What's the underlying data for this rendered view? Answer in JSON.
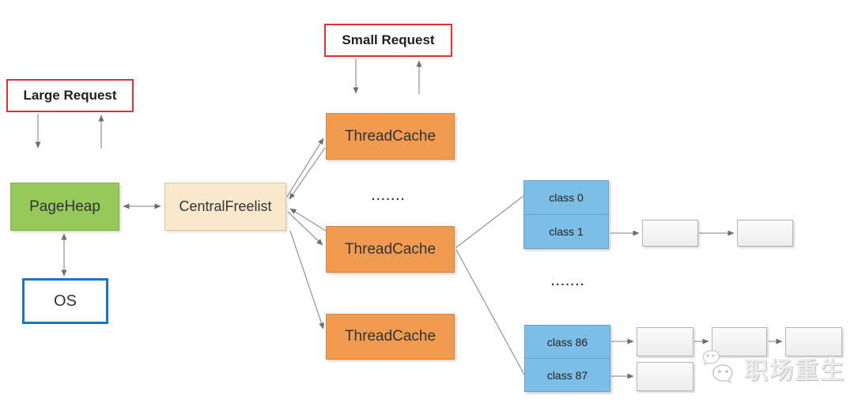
{
  "nodes": {
    "large_request": "Large Request",
    "small_request": "Small Request",
    "pageheap": "PageHeap",
    "central_freelist": "CentralFreelist",
    "os": "OS",
    "thread_cache_1": "ThreadCache",
    "thread_cache_2": "ThreadCache",
    "thread_cache_3": "ThreadCache",
    "ellipsis_threadcache": ".......",
    "ellipsis_classes": ".......",
    "class_0": "class 0",
    "class_1": "class 1",
    "class_86": "class 86",
    "class_87": "class 87"
  },
  "watermark": {
    "icon": "wechat-icon",
    "text": "职场重生"
  },
  "colors": {
    "request_border": "#e03232",
    "pageheap_fill": "#96c85a",
    "central_freelist_fill": "#fae8cd",
    "thread_cache_fill": "#f09b50",
    "class_fill": "#7dbee6",
    "os_border": "#1777c8",
    "arrow_line": "#999999",
    "arrow_head": "#6e6e6e",
    "free_node_fill": "#f4f4f4"
  }
}
